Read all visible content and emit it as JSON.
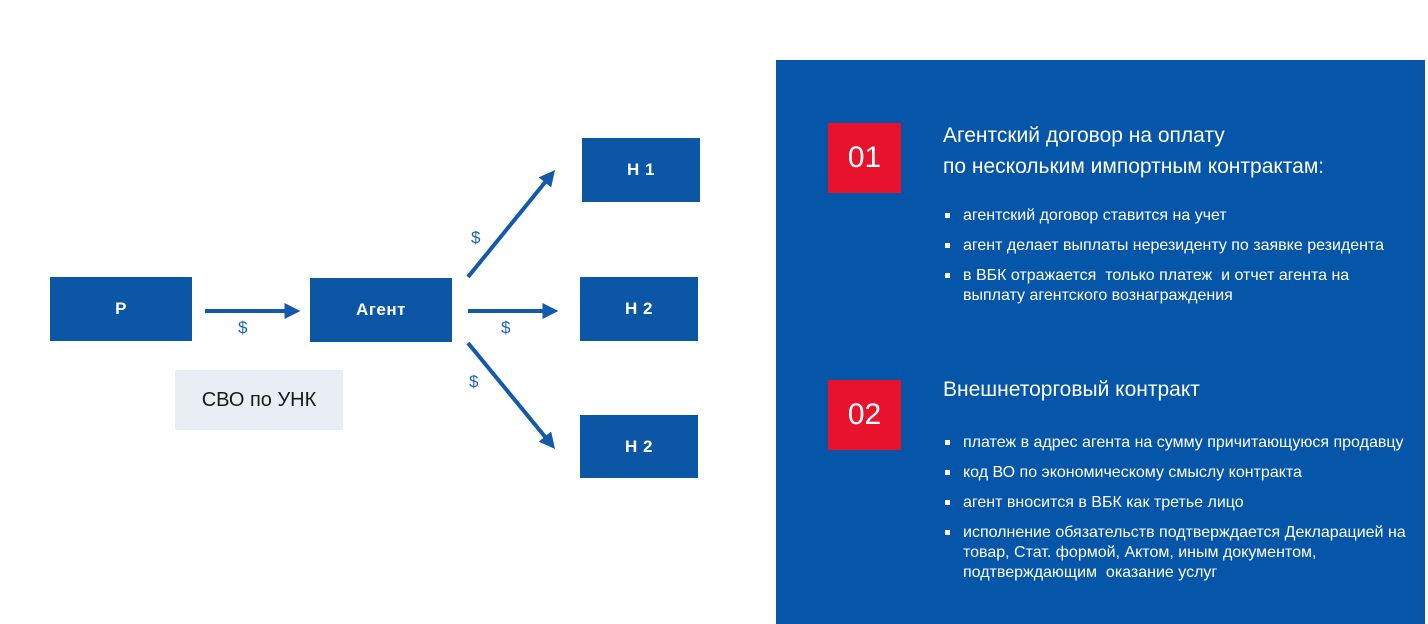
{
  "diagram": {
    "nodes": [
      {
        "id": "r",
        "label": "Р"
      },
      {
        "id": "agent",
        "label": "Агент"
      },
      {
        "id": "n1",
        "label": "Н 1"
      },
      {
        "id": "n2_mid",
        "label": "Н 2"
      },
      {
        "id": "n2_bottom",
        "label": "Н 2"
      }
    ],
    "note": {
      "label": "СВО по УНК"
    },
    "edges": [
      {
        "from": "r",
        "to": "agent",
        "label": "$"
      },
      {
        "from": "agent",
        "to": "n1",
        "label": "$"
      },
      {
        "from": "agent",
        "to": "n2_mid",
        "label": "$"
      },
      {
        "from": "agent",
        "to": "n2_bottom",
        "label": "$"
      }
    ]
  },
  "panel": {
    "sections": [
      {
        "number": "01",
        "title": "Агентский договор на оплату\nпо нескольким импортным контрактам:",
        "bullets": [
          "агентский договор ставится на учет",
          "агент делает выплаты нерезиденту по заявке резидента",
          "в ВБК отражается  только платеж  и отчет агента на выплату агентского вознаграждения"
        ]
      },
      {
        "number": "02",
        "title": "Внешнеторговый контракт",
        "bullets": [
          "платеж в адрес агента на сумму причитающуюся продавцу",
          "код ВО по экономическому смыслу контракта",
          "агент вносится в ВБК как третье лицо",
          "исполнение обязательств подтверждается Декларацией на товар, Стат. формой, Актом, иным документом, подтверждающим  оказание услуг"
        ]
      }
    ]
  },
  "colors": {
    "panel_blue": "#0556A8",
    "box_blue": "#0C57A5",
    "accent_red": "#E8122D",
    "arrow_blue": "#1359AC",
    "note_bg": "#E9EEF5",
    "note_text": "#1A1A1A",
    "dollar_blue": "#1C64B8",
    "text_white": "#FFFFFF"
  }
}
